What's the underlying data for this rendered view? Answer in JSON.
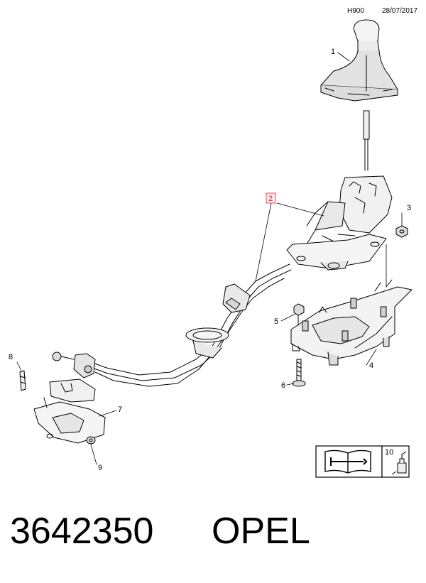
{
  "header": {
    "code": "H900",
    "date": "28/07/2017"
  },
  "callouts": {
    "c1": "1",
    "c2": "2",
    "c3": "3",
    "c4": "4",
    "c5": "5",
    "c6": "6",
    "c7": "7",
    "c8": "8",
    "c9": "9",
    "c10": "10"
  },
  "footer": {
    "part_number": "3642350",
    "brand": "OPEL"
  },
  "colors": {
    "highlight": "#e0505a",
    "line": "#000000"
  },
  "icons": [
    "manual-book-icon",
    "wrench-icon",
    "oil-bottle-icon"
  ]
}
